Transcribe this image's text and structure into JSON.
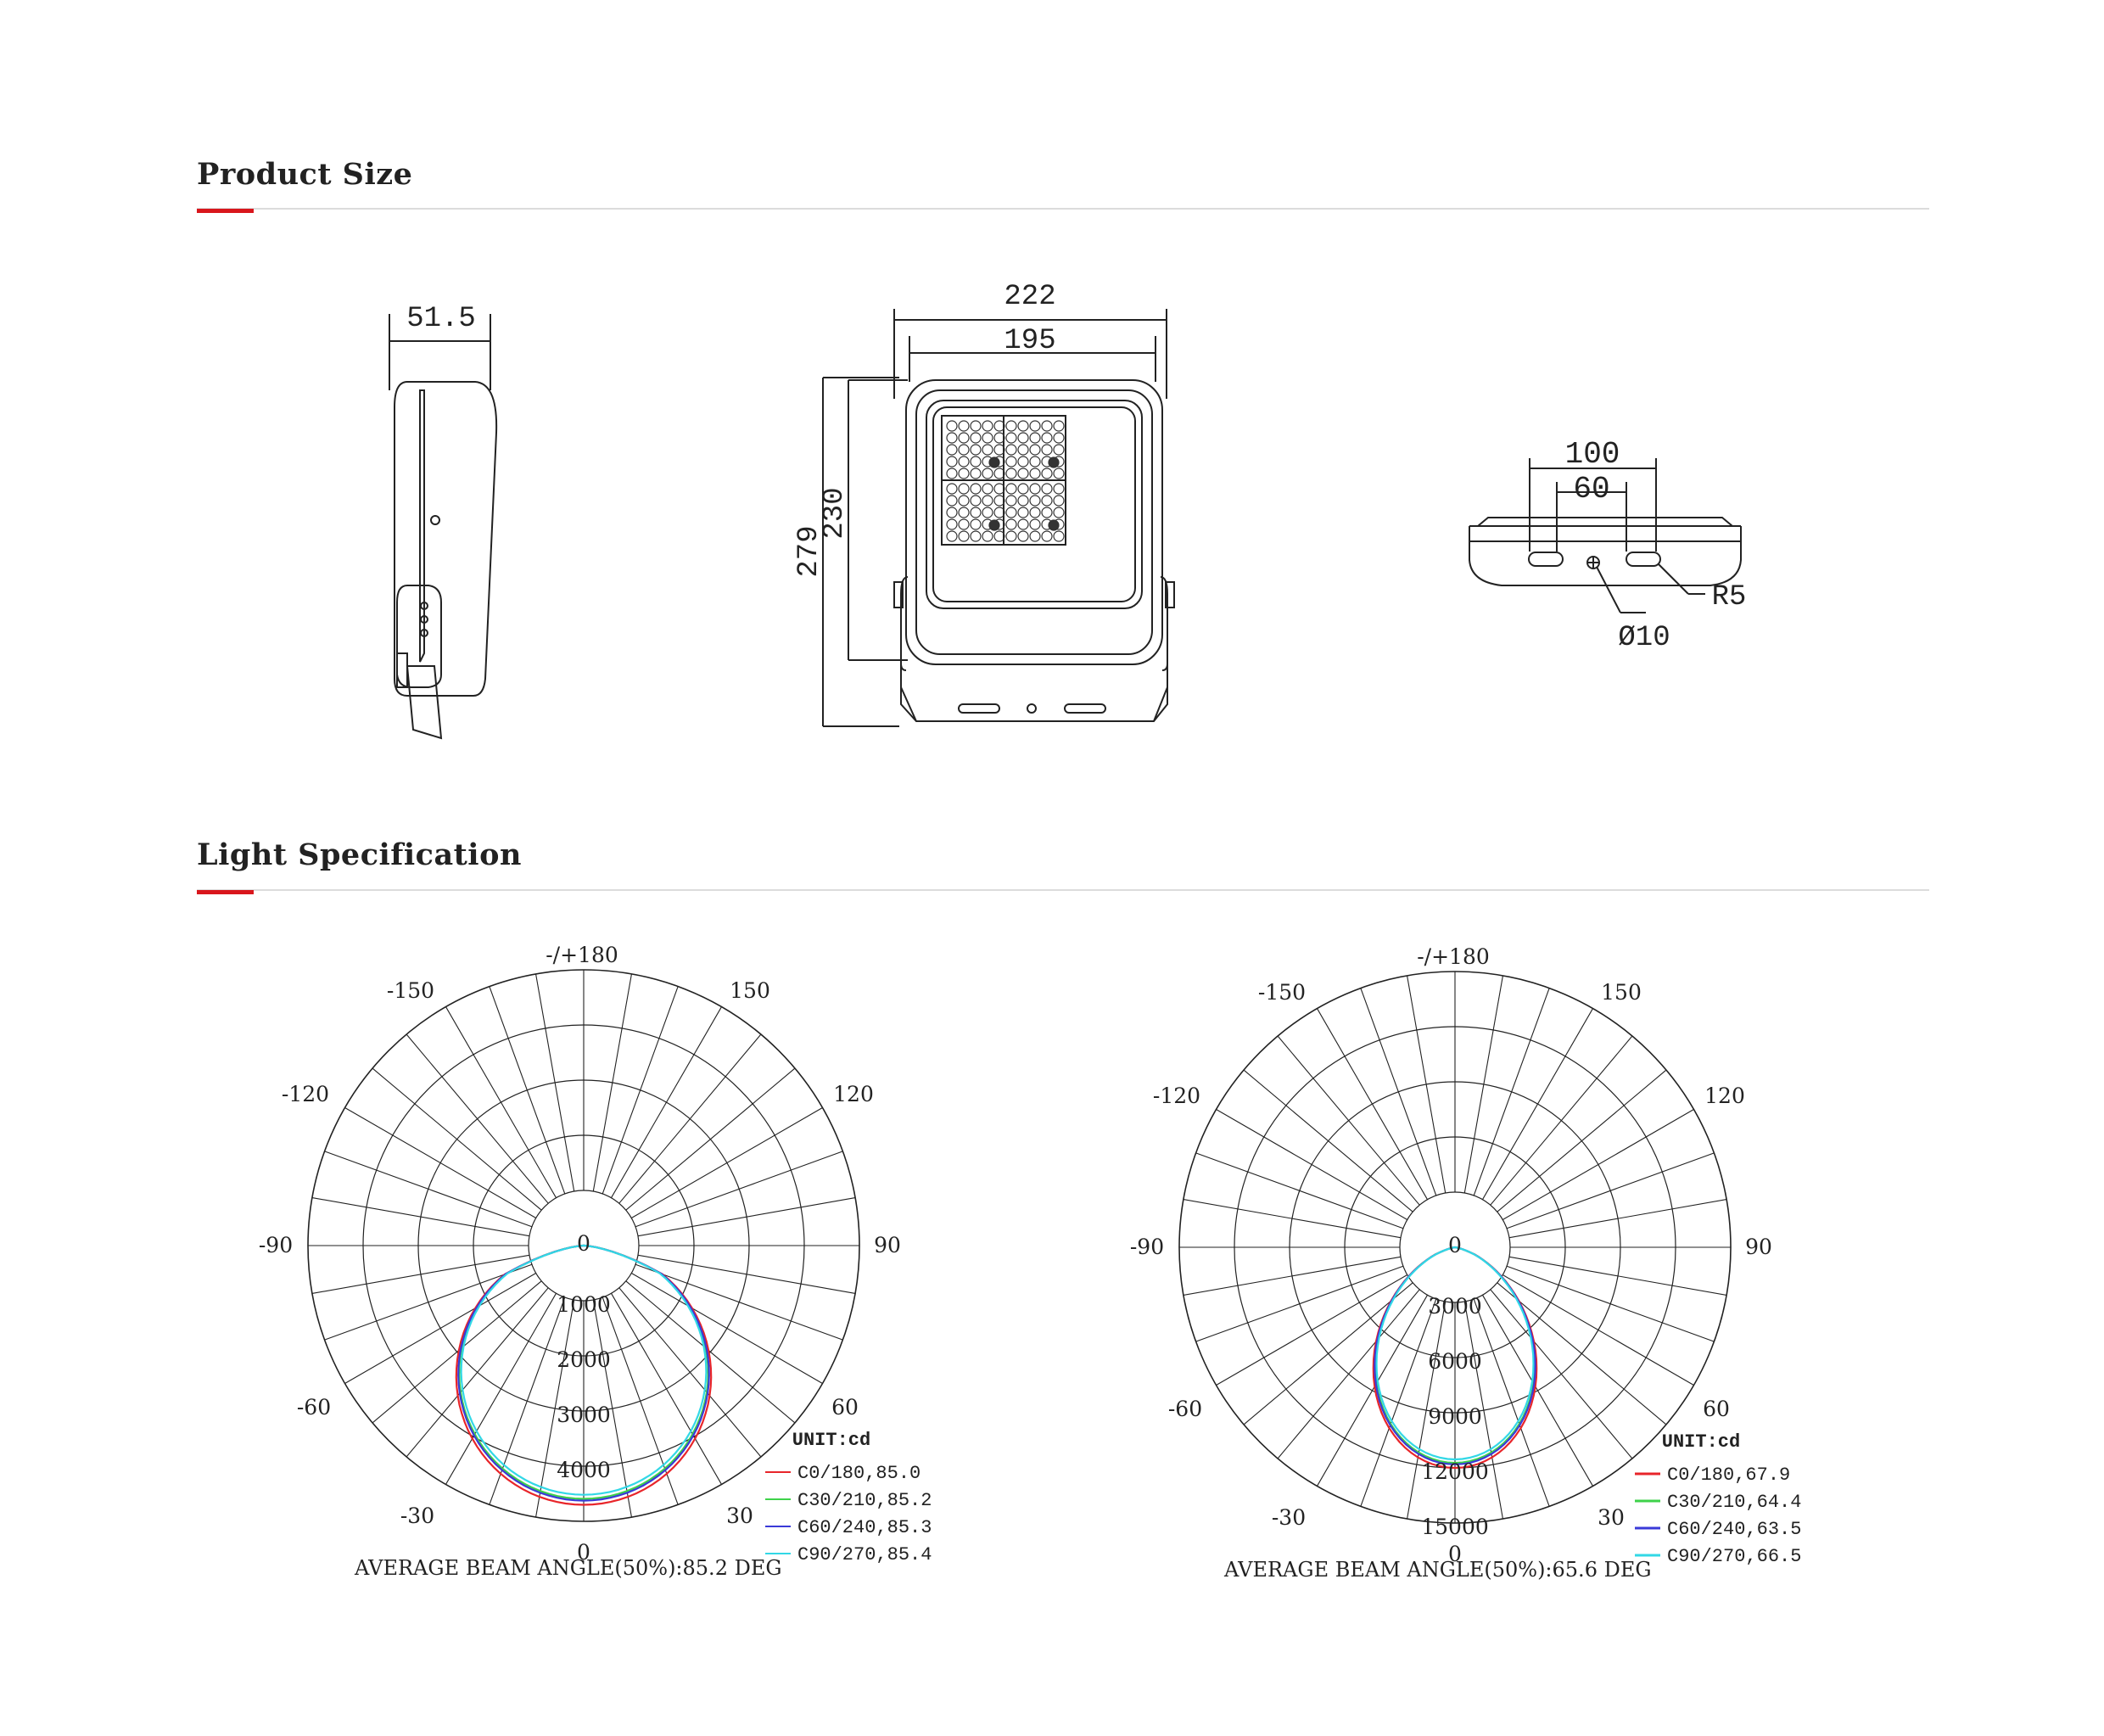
{
  "sections": {
    "product_size": {
      "title": "Product Size"
    },
    "light_spec": {
      "title": "Light Specification"
    }
  },
  "dimensions": {
    "side_depth": "51.5",
    "front_outer_width": "222",
    "front_inner_width": "195",
    "front_outer_height": "279",
    "front_inner_height": "230",
    "bracket_outer": "100",
    "bracket_inner": "60",
    "radius": "R5",
    "hole_diameter": "Ø10"
  },
  "colors": {
    "accent": "#d9161c",
    "c0": "#e8252a",
    "c30": "#3ed24a",
    "c60": "#3a3ad8",
    "c90": "#32d8e6"
  },
  "polar_common": {
    "angle_labels": {
      "top": "-/+180",
      "tl": "-150",
      "tr": "150",
      "ul": "-120",
      "ur": "120",
      "ml": "-90",
      "mr": "90",
      "ll": "-60",
      "lr": "60",
      "bl": "-30",
      "br": "30",
      "bottom": "0"
    },
    "unit": "UNIT:cd"
  },
  "chart_data": [
    {
      "type": "polar",
      "center_label": "0",
      "radial_ticks": [
        "1000",
        "2000",
        "3000",
        "4000"
      ],
      "rmax": 5000,
      "series": [
        {
          "name": "C0/180,85.0"
        },
        {
          "name": "C30/210,85.2"
        },
        {
          "name": "C60/240,85.3"
        },
        {
          "name": "C90/270,85.4"
        }
      ],
      "peak_intensity": 4700,
      "caption": "AVERAGE BEAM ANGLE(50%):85.2 DEG"
    },
    {
      "type": "polar",
      "center_label": "0",
      "radial_ticks": [
        "3000",
        "6000",
        "9000",
        "12000",
        "15000"
      ],
      "rmax": 15000,
      "series": [
        {
          "name": "C0/180,67.9"
        },
        {
          "name": "C30/210,64.4"
        },
        {
          "name": "C60/240,63.5"
        },
        {
          "name": "C90/270,66.5"
        }
      ],
      "peak_intensity": 12000,
      "caption": "AVERAGE BEAM ANGLE(50%):65.6 DEG"
    }
  ]
}
